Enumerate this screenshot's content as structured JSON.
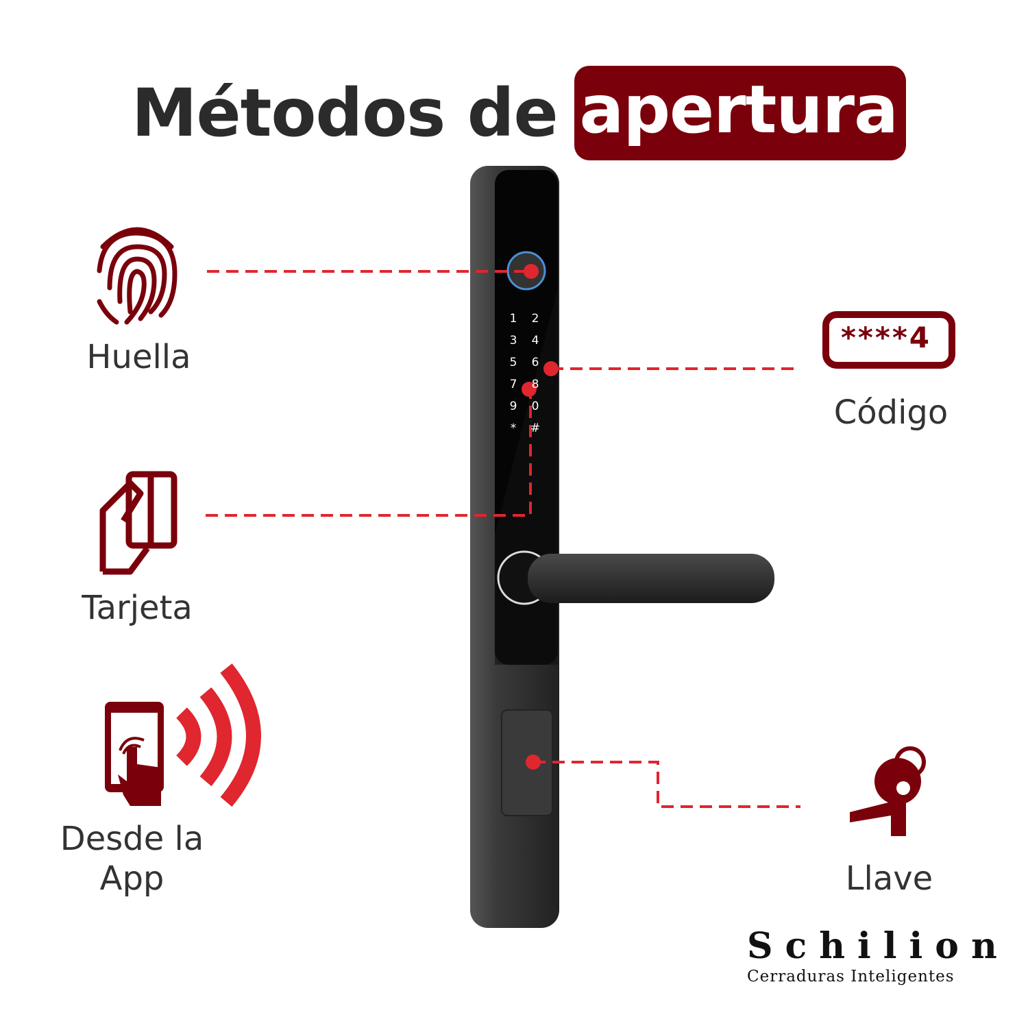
{
  "title": {
    "part1": "Métodos de",
    "highlight": "apertura"
  },
  "methods": [
    {
      "label": "Huella",
      "icon": "fingerprint-icon"
    },
    {
      "label": "Código",
      "icon": "passcode-icon",
      "code": "****4"
    },
    {
      "label": "Tarjeta",
      "icon": "card-icon"
    },
    {
      "label": "Desde la App",
      "icon": "smartphone-wifi-icon"
    },
    {
      "label": "Llave",
      "icon": "keys-icon"
    }
  ],
  "keypad": [
    "1",
    "2",
    "3",
    "4",
    "5",
    "6",
    "7",
    "8",
    "9",
    "0",
    "*",
    "#"
  ],
  "brand": {
    "name": "Schilion",
    "tagline": "Cerraduras Inteligentes"
  },
  "colors": {
    "accent": "#7a000b",
    "line": "#e0262f",
    "text": "#333333",
    "lock": "#2a2a2a"
  }
}
